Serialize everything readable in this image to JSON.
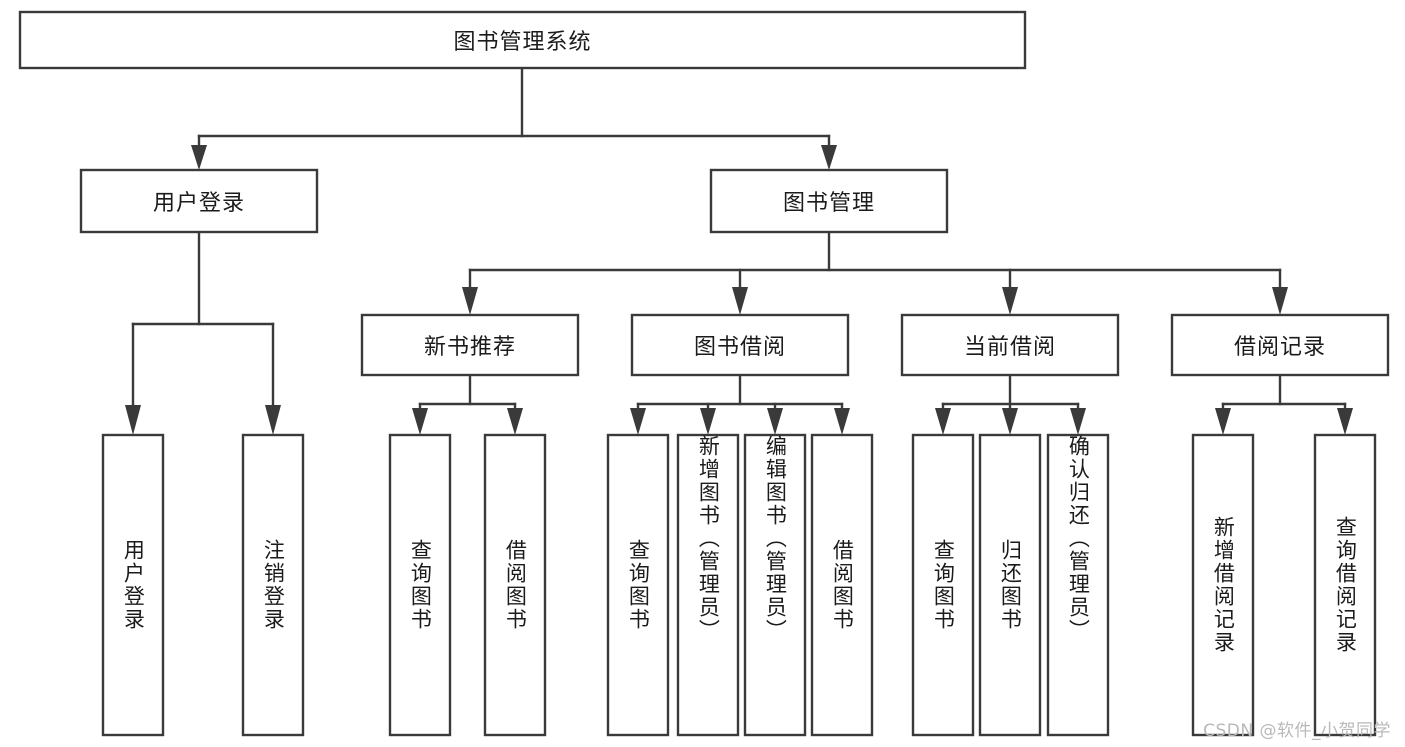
{
  "diagram": {
    "type": "tree-hierarchy-chart",
    "title": "图书管理系统",
    "watermark": "CSDN @软件_小贺同学",
    "colors": {
      "box_stroke": "#3a3a3a",
      "box_fill": "#ffffff",
      "text": "#1b1b1b",
      "background": "#ffffff",
      "watermark": "#b9b9b9"
    },
    "levels": [
      {
        "level": 1,
        "nodes": [
          {
            "id": "root",
            "label": "图书管理系统",
            "orientation": "horizontal"
          }
        ]
      },
      {
        "level": 2,
        "nodes": [
          {
            "id": "login",
            "label": "用户登录",
            "orientation": "horizontal",
            "parent": "root"
          },
          {
            "id": "bookmgmt",
            "label": "图书管理",
            "orientation": "horizontal",
            "parent": "root"
          }
        ]
      },
      {
        "level": 3,
        "nodes": [
          {
            "id": "newbook",
            "label": "新书推荐",
            "orientation": "horizontal",
            "parent": "bookmgmt"
          },
          {
            "id": "borrow",
            "label": "图书借阅",
            "orientation": "horizontal",
            "parent": "bookmgmt"
          },
          {
            "id": "current",
            "label": "当前借阅",
            "orientation": "horizontal",
            "parent": "bookmgmt"
          },
          {
            "id": "records",
            "label": "借阅记录",
            "orientation": "horizontal",
            "parent": "bookmgmt"
          }
        ]
      },
      {
        "level": 4,
        "nodes": [
          {
            "id": "leaf-login-1",
            "label": "用户登录",
            "orientation": "vertical",
            "parent": "login"
          },
          {
            "id": "leaf-login-2",
            "label": "注销登录",
            "orientation": "vertical",
            "parent": "login"
          },
          {
            "id": "leaf-newbook-1",
            "label": "查询图书",
            "orientation": "vertical",
            "parent": "newbook"
          },
          {
            "id": "leaf-newbook-2",
            "label": "借阅图书",
            "orientation": "vertical",
            "parent": "newbook"
          },
          {
            "id": "leaf-borrow-1",
            "label": "查询图书",
            "orientation": "vertical",
            "parent": "borrow"
          },
          {
            "id": "leaf-borrow-2",
            "label": "新增图书（管理员）",
            "orientation": "vertical",
            "parent": "borrow"
          },
          {
            "id": "leaf-borrow-3",
            "label": "编辑图书（管理员）",
            "orientation": "vertical",
            "parent": "borrow"
          },
          {
            "id": "leaf-borrow-4",
            "label": "借阅图书",
            "orientation": "vertical",
            "parent": "borrow"
          },
          {
            "id": "leaf-current-1",
            "label": "查询图书",
            "orientation": "vertical",
            "parent": "current"
          },
          {
            "id": "leaf-current-2",
            "label": "归还图书",
            "orientation": "vertical",
            "parent": "current"
          },
          {
            "id": "leaf-current-3",
            "label": "确认归还（管理员）",
            "orientation": "vertical",
            "parent": "current"
          },
          {
            "id": "leaf-records-1",
            "label": "新增借阅记录",
            "orientation": "vertical",
            "parent": "records"
          },
          {
            "id": "leaf-records-2",
            "label": "查询借阅记录",
            "orientation": "vertical",
            "parent": "records"
          }
        ]
      }
    ]
  }
}
